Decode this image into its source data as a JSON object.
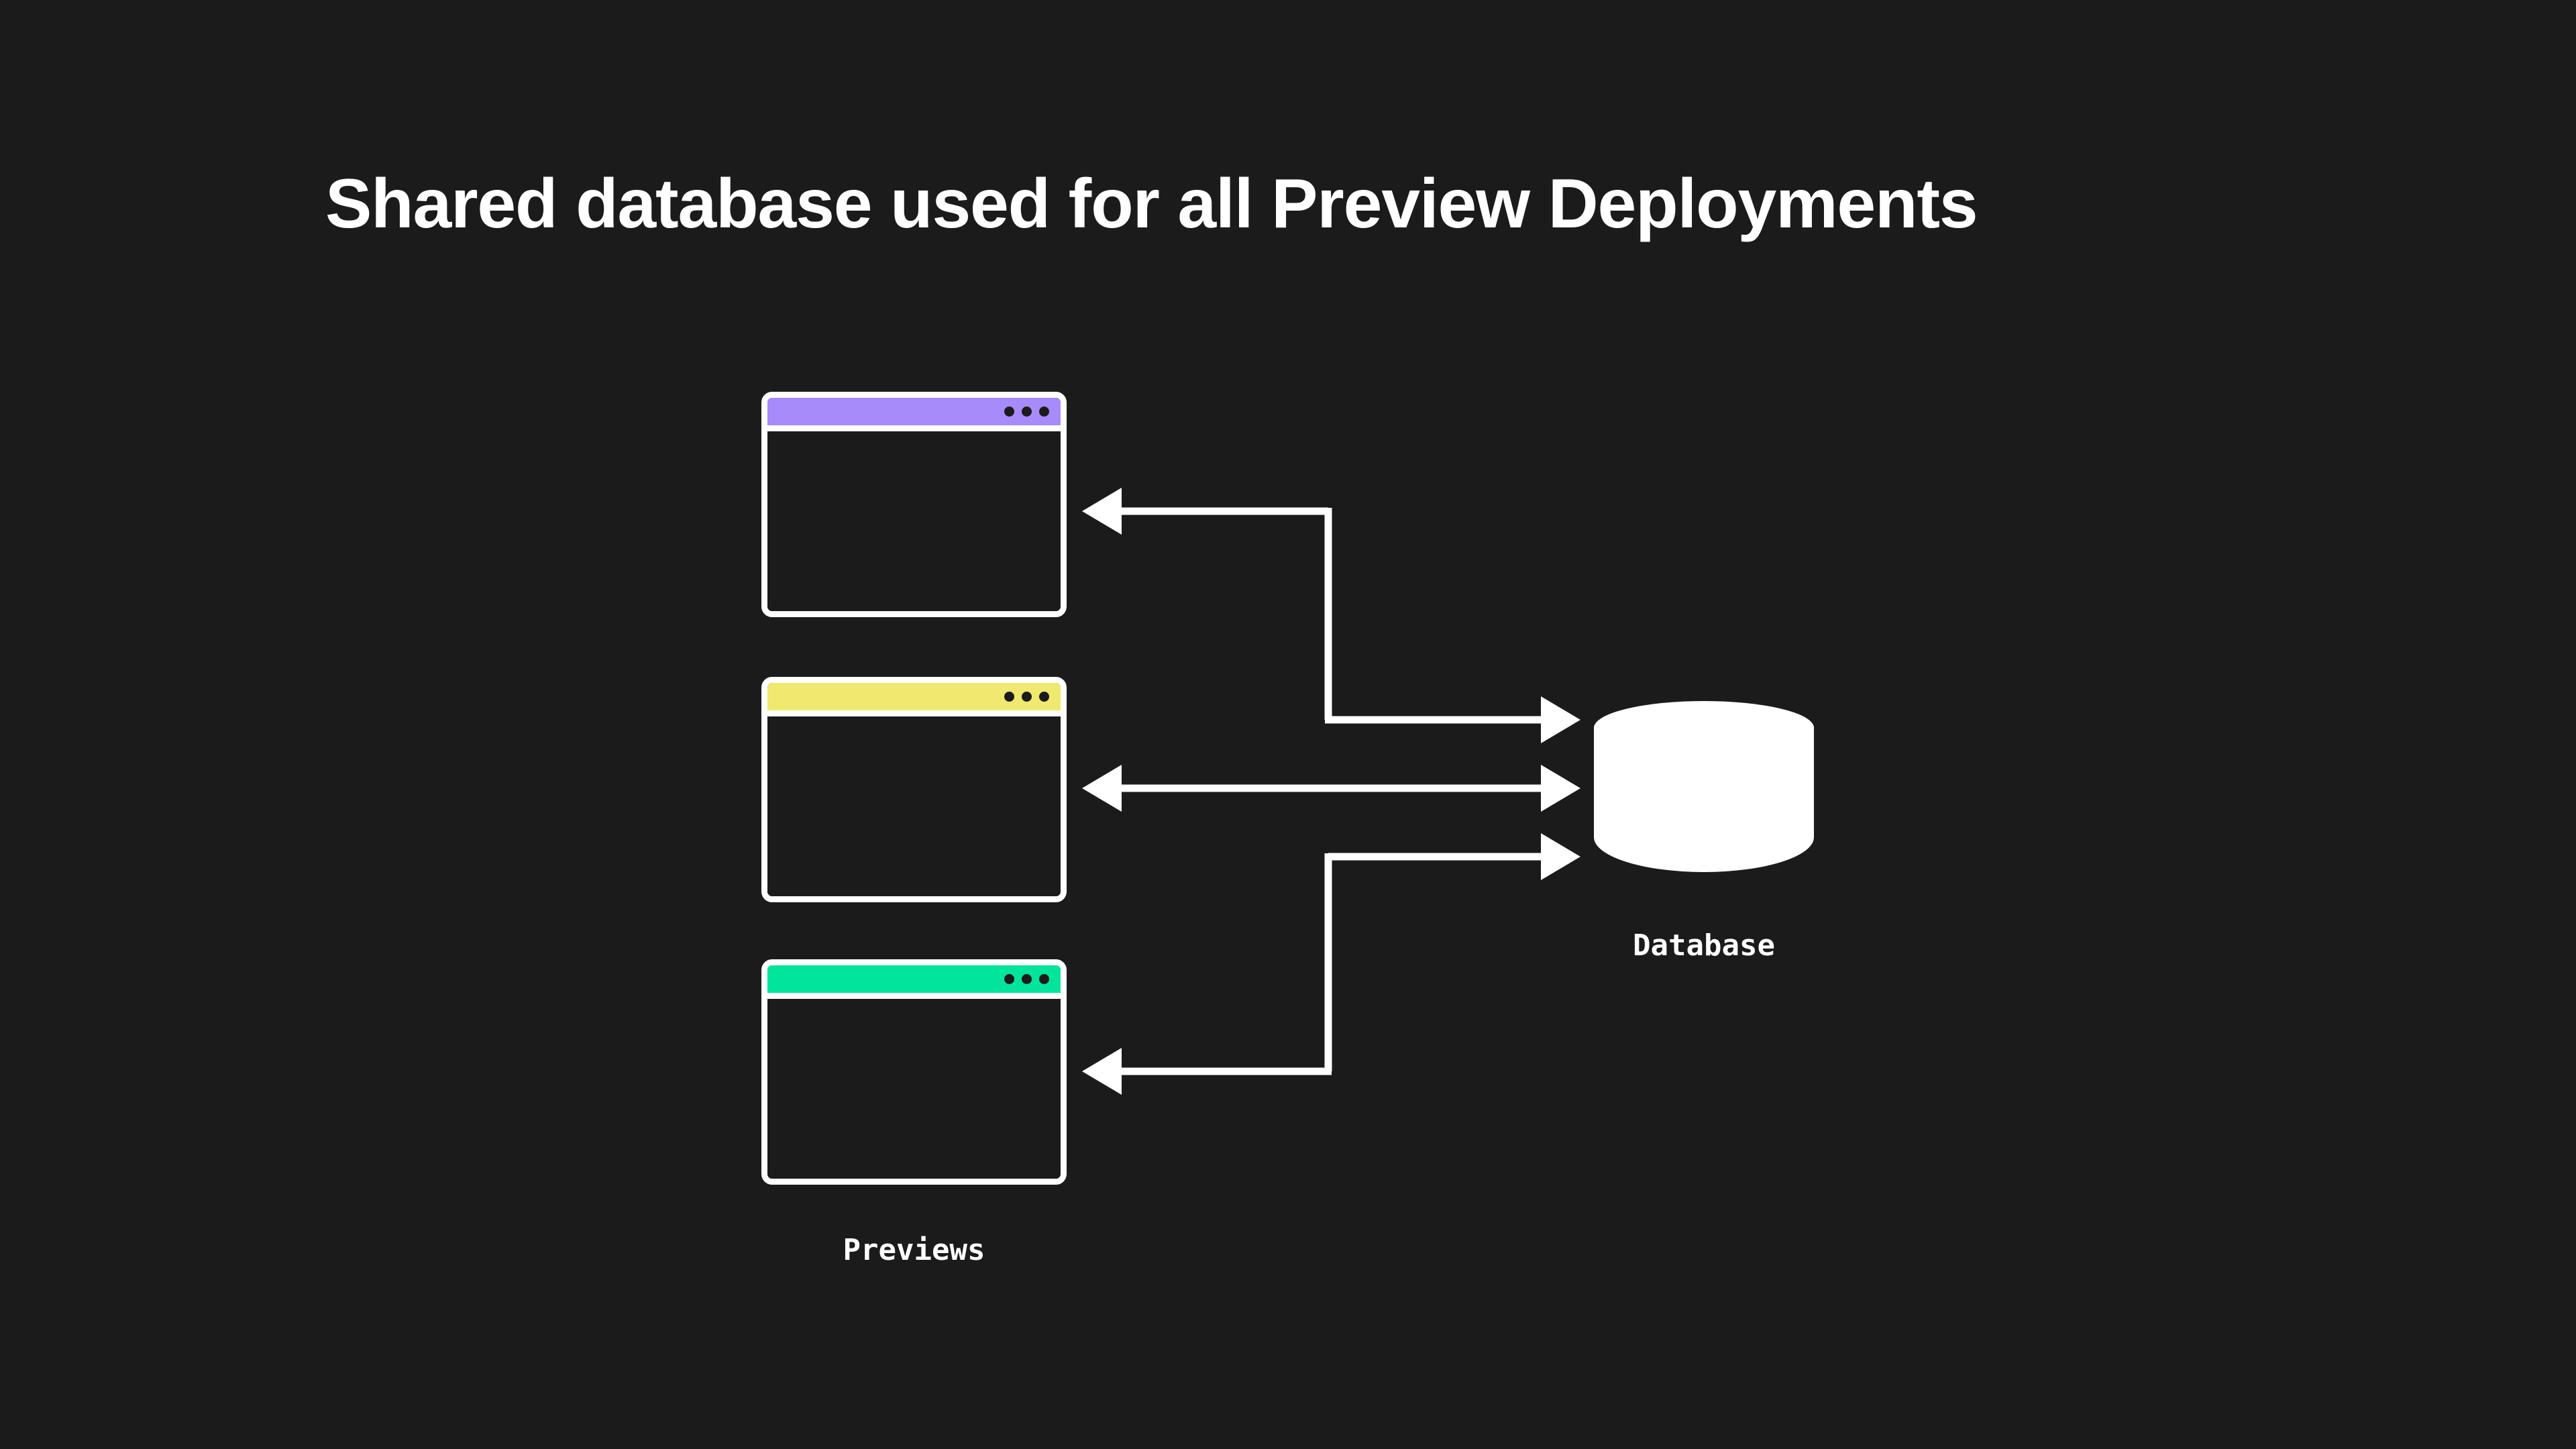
{
  "page": {
    "background_color": "#1b1b1b",
    "title": "Shared database used for all Preview Deployments",
    "title_color": "#ffffff"
  },
  "diagram": {
    "type": "architecture-diagram",
    "previews": {
      "group_label": "Previews",
      "windows": [
        {
          "name": "preview-window-purple",
          "titlebar_color": "#a78bfa",
          "dot_count": 3,
          "dot_color": "#1b1b1b"
        },
        {
          "name": "preview-window-yellow",
          "titlebar_color": "#efe970",
          "dot_count": 3,
          "dot_color": "#1b1b1b"
        },
        {
          "name": "preview-window-green",
          "titlebar_color": "#00e59b",
          "dot_count": 3,
          "dot_color": "#1b1b1b"
        }
      ],
      "window_border_color": "#ffffff",
      "window_body_color": "#1b1b1b"
    },
    "database": {
      "label": "Database",
      "fill_color": "#ffffff",
      "shape": "cylinder"
    },
    "connectors": [
      {
        "name": "connector-purple-to-database",
        "from": "preview-window-purple",
        "to": "database",
        "direction": "bidirectional-routed",
        "arrowheads": [
          "left-at-window",
          "right-at-database"
        ],
        "style": "orthogonal-elbow",
        "color": "#ffffff"
      },
      {
        "name": "connector-yellow-to-database",
        "from": "preview-window-yellow",
        "to": "database",
        "direction": "bidirectional",
        "arrowheads": [
          "left-at-window",
          "right-at-database"
        ],
        "style": "straight",
        "color": "#ffffff"
      },
      {
        "name": "connector-green-to-database",
        "from": "preview-window-green",
        "to": "database",
        "direction": "bidirectional-routed",
        "arrowheads": [
          "left-at-window",
          "right-at-database"
        ],
        "style": "orthogonal-elbow",
        "color": "#ffffff"
      }
    ]
  }
}
